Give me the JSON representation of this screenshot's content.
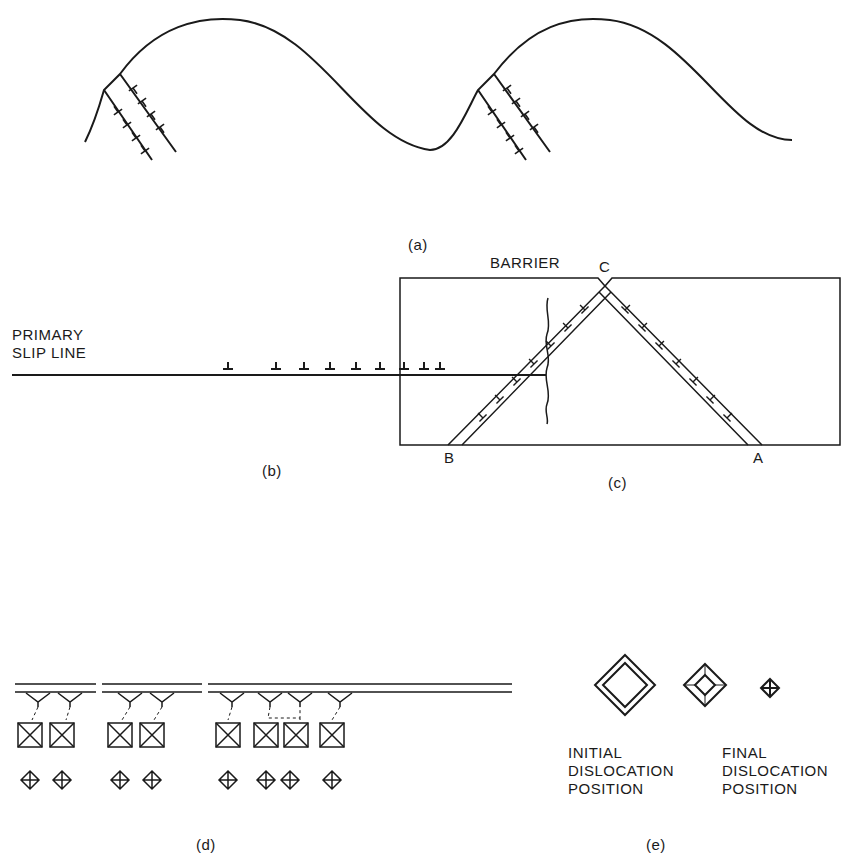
{
  "diagram": {
    "labels": [
      "(a)",
      "PRIMARY SLIP LINE",
      "BARRIER",
      "(b)",
      "C",
      "B",
      "A",
      "(c)",
      "(d)",
      "INITIAL DISLOCATION POSITION",
      "FINAL DISLOCATION POSITION",
      "(e)"
    ]
  }
}
